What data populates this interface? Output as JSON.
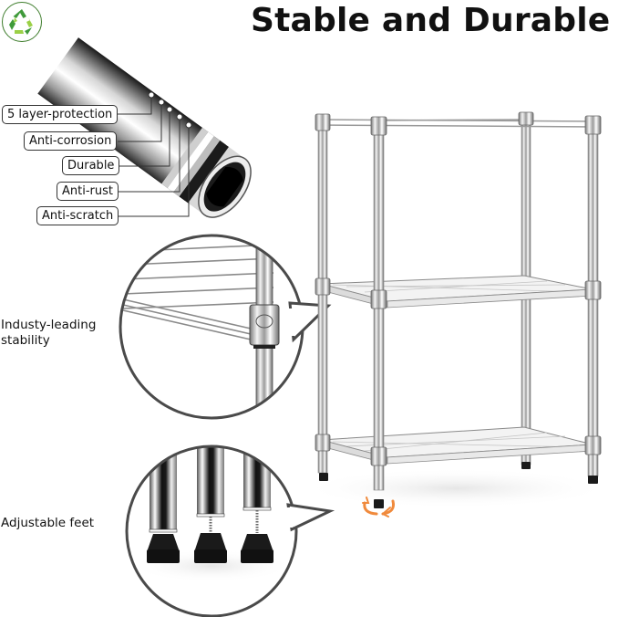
{
  "header": {
    "title": "Stable and Durable",
    "badge_icon": "recycle-icon",
    "badge_colors": {
      "ring": "#3e7d2c",
      "light_green": "#9bd046",
      "dark_green": "#3f9a3a"
    }
  },
  "tube_section": {
    "icon": "steel-tube-cross-section",
    "callouts": [
      {
        "label": "5 layer-protection"
      },
      {
        "label": "Anti-corrosion"
      },
      {
        "label": "Durable"
      },
      {
        "label": "Anti-rust"
      },
      {
        "label": "Anti-scratch"
      }
    ]
  },
  "features": [
    {
      "label": "Industy-leading\nstability",
      "line1": "Industy-leading",
      "line2": "stability",
      "detail_icon": "shelf-sleeve-joint-zoom"
    },
    {
      "label": "Adjustable feet",
      "detail_icon": "adjustable-feet-zoom"
    }
  ],
  "product": {
    "name": "3-tier wire shelving unit",
    "tiers": 3,
    "accent_rotate_color": "#f08a3c"
  }
}
